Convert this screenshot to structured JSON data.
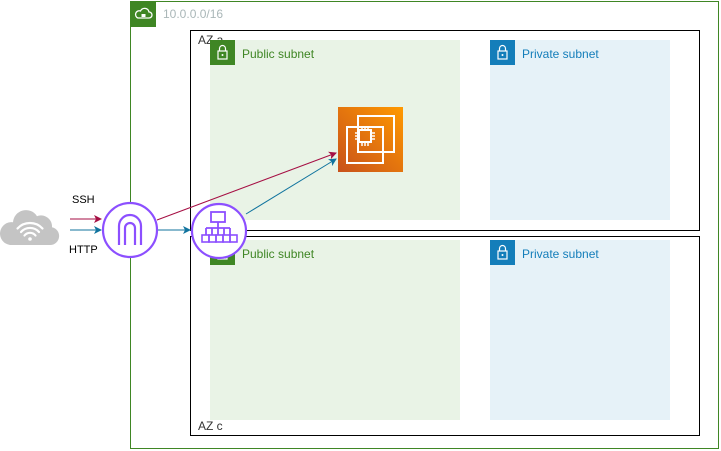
{
  "vpc": {
    "cidr": "10.0.0.0/16"
  },
  "azs": [
    {
      "label": "AZ a"
    },
    {
      "label": "AZ c"
    }
  ],
  "subnets": {
    "public_label": "Public subnet",
    "private_label": "Private subnet"
  },
  "traffic": {
    "ssh_label": "SSH",
    "http_label": "HTTP"
  },
  "colors": {
    "vpc_green": "#3f8624",
    "public_fill": "#e9f3e6",
    "private_fill": "#e6f2f8",
    "private_blue": "#147eba",
    "ec2_orange": "#f58536",
    "gateway_purple": "#8c4fff",
    "ssh_arrow": "#a50e43",
    "http_arrow": "#10739e",
    "internet_gray": "#c4c4c4"
  },
  "icons": {
    "vpc": "cloud-lock-icon",
    "subnet": "padlock-icon",
    "internet": "internet-cloud-icon",
    "internet_gateway": "internet-gateway-icon",
    "load_balancer": "application-load-balancer-icon",
    "ec2": "ec2-instance-icon"
  }
}
